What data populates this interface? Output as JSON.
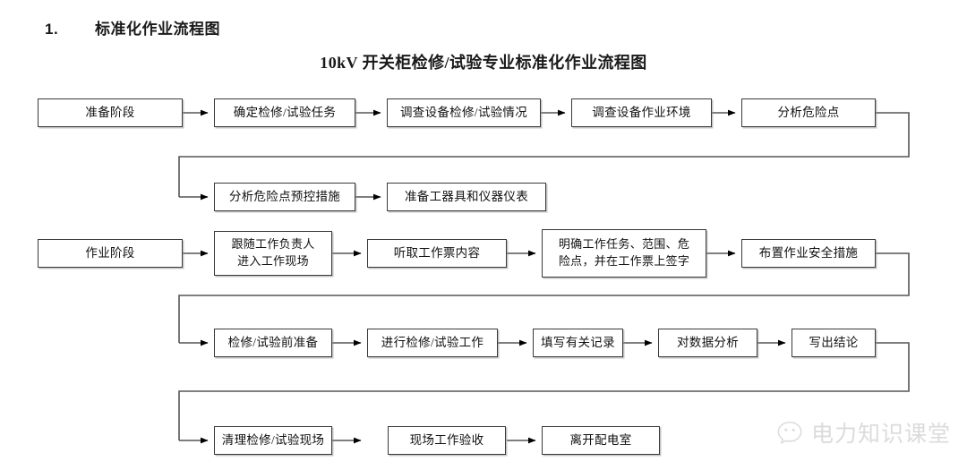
{
  "heading": {
    "number": "1.",
    "text": "标准化作业流程图"
  },
  "chart_title": "10kV 开关柜检修/试验专业标准化作业流程图",
  "watermark": {
    "text": "电力知识课堂",
    "icon": "wechat-bubble-icon"
  },
  "colors": {
    "box_border": "#3a3a3a",
    "box_fill": "#ffffff",
    "line": "#555555",
    "arrow": "#000000",
    "text": "#111111",
    "watermark": "#8a8a8a"
  },
  "flow": {
    "rows": [
      {
        "id": "row-1",
        "nodes": [
          {
            "id": "n1",
            "label": "准备阶段"
          },
          {
            "id": "n2",
            "label": "确定检修/试验任务"
          },
          {
            "id": "n3",
            "label": "调查设备检修/试验情况"
          },
          {
            "id": "n4",
            "label": "调查设备作业环境"
          },
          {
            "id": "n5",
            "label": "分析危险点"
          }
        ]
      },
      {
        "id": "row-2",
        "nodes": [
          {
            "id": "n6",
            "label": "分析危险点预控措施"
          },
          {
            "id": "n7",
            "label": "准备工器具和仪器仪表"
          }
        ]
      },
      {
        "id": "row-3",
        "nodes": [
          {
            "id": "n8",
            "label": "作业阶段"
          },
          {
            "id": "n9",
            "line1": "跟随工作负责人",
            "line2": "进入工作现场"
          },
          {
            "id": "n10",
            "label": "听取工作票内容"
          },
          {
            "id": "n11",
            "line1": "明确工作任务、范围、危",
            "line2": "险点，并在工作票上签字"
          },
          {
            "id": "n12",
            "label": "布置作业安全措施"
          }
        ]
      },
      {
        "id": "row-4",
        "nodes": [
          {
            "id": "n13",
            "label": "检修/试验前准备"
          },
          {
            "id": "n14",
            "label": "进行检修/试验工作"
          },
          {
            "id": "n15",
            "label": "填写有关记录"
          },
          {
            "id": "n16",
            "label": "对数据分析"
          },
          {
            "id": "n17",
            "label": "写出结论"
          }
        ]
      },
      {
        "id": "row-5",
        "nodes": [
          {
            "id": "n18",
            "label": "清理检修/试验现场"
          },
          {
            "id": "n19",
            "label": "现场工作验收"
          },
          {
            "id": "n20",
            "label": "离开配电室"
          }
        ]
      }
    ]
  }
}
